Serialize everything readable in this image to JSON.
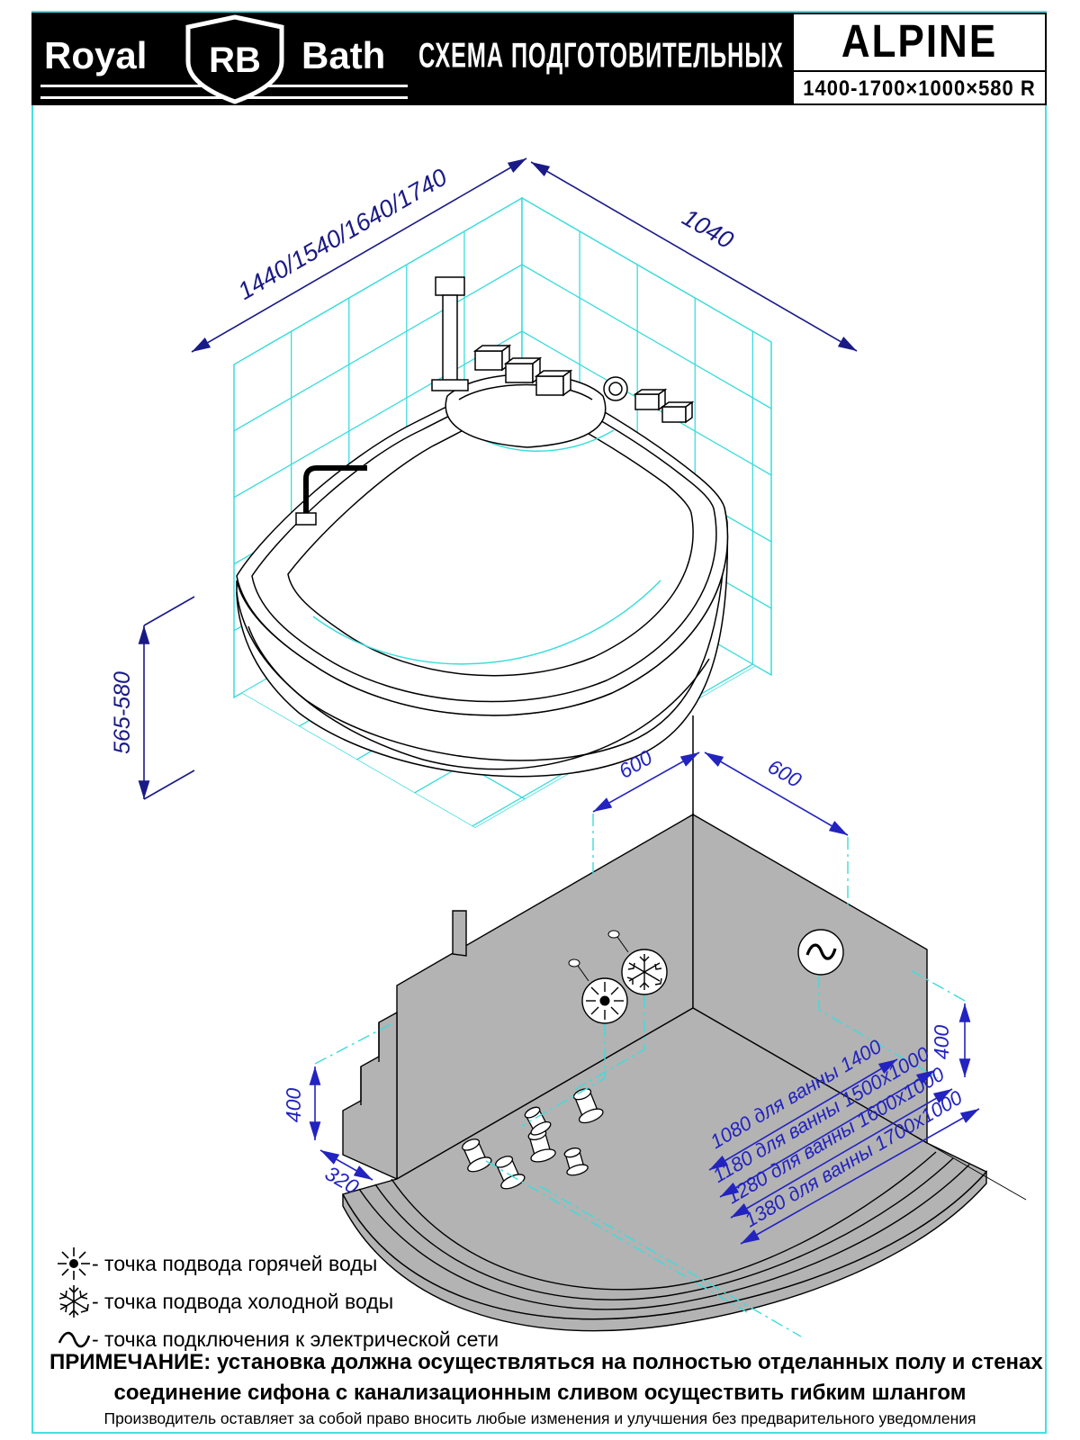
{
  "header": {
    "brand_royal": "Royal",
    "brand_rb": "RB",
    "brand_bath": "Bath",
    "title": "СХЕМА ПОДГОТОВИТЕЛЬНЫХ РАБОТ",
    "model": "ALPINE",
    "model_size": "1400-1700×1000×580 R"
  },
  "top_figure": {
    "dim_wall_left": "1440/1540/1640/1740",
    "dim_wall_right": "1040",
    "dim_height": "565-580"
  },
  "bottom_figure": {
    "dim_offset_left": "600",
    "dim_offset_right": "600",
    "dim_height_left": "400",
    "dim_depth_left": "320",
    "dim_height_right": "400",
    "size_dims": [
      "1080 для ванны 1400",
      "1180 для ванны 1500x1000",
      "1280 для ванны 1600x1000",
      "1380 для ванны 1700x1000"
    ]
  },
  "legend": {
    "items": [
      {
        "icon": "hot-water-sun-icon",
        "label": "- точка подвода горячей воды"
      },
      {
        "icon": "cold-water-snowflake-icon",
        "label": "- точка подвода холодной воды"
      },
      {
        "icon": "electric-wave-icon",
        "label": "- точка подключения к электрической сети"
      }
    ]
  },
  "note": {
    "label": "ПРИМЕЧАНИЕ:",
    "line1": "установка должна осуществляться на полностью отделанных полу и стенах",
    "line2": "соединение сифона с канализационным сливом осуществить гибким шлангом"
  },
  "footer": "Производитель оставляет за собой право вносить любые изменения и улучшения без предварительного уведомления",
  "colors": {
    "tile_cyan": "#3cdcdc",
    "dim_navy": "#1a1a86",
    "dim_blue": "#2323c0",
    "wall_gray": "#b3b3b3"
  }
}
